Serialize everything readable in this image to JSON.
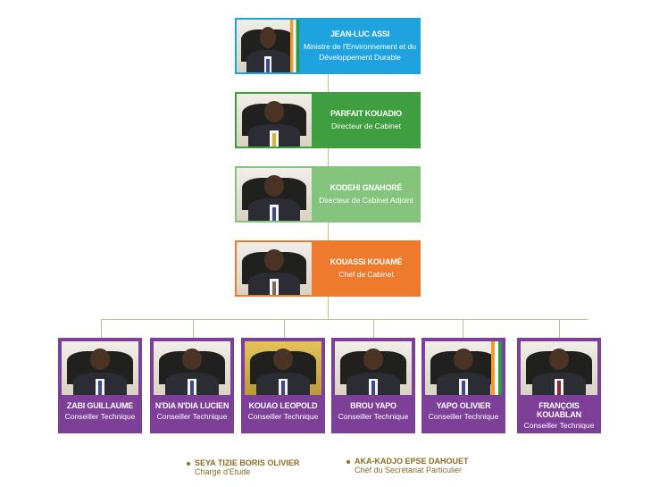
{
  "hierarchy": [
    {
      "name": "JEAN-LUC ASSI",
      "role": "Ministre de l'Environnement et du Développement Durable",
      "color": "#1fa3df"
    },
    {
      "name": "PARFAIT KOUADIO",
      "role": "Directeur de Cabinet",
      "color": "#3f9e3f"
    },
    {
      "name": "KODEHI GNAHORÉ",
      "role": "Directeur de Cabinet Adjoint",
      "color": "#84c47d"
    },
    {
      "name": "KOUASSI KOUAMÉ",
      "role": "Chef de Cabinet",
      "color": "#ee7a2e"
    }
  ],
  "advisors": [
    {
      "name": "ZABI GUILLAUME",
      "role": "Conseiller Technique"
    },
    {
      "name": "N'DIA N'DIA LUCIEN",
      "role": "Conseiller Technique"
    },
    {
      "name": "KOUAO LEOPOLD",
      "role": "Conseiller Technique"
    },
    {
      "name": "BROU YAPO",
      "role": "Conseiller Technique"
    },
    {
      "name": "YAPO OLIVIER",
      "role": "Conseiller Technique"
    },
    {
      "name": "FRANÇOIS KOUABLAN",
      "role": "Conseiller Technique"
    }
  ],
  "advisor_color": "#7d3f98",
  "footer": [
    {
      "name": "SEYA TIZIE BORIS OLIVIER",
      "role": "Chargé d'Etude"
    },
    {
      "name": "AKA-KADJO EPSE DAHOUET",
      "role": "Chef du Secrétariat Particulier"
    }
  ],
  "connector_color": "#c9b98b"
}
